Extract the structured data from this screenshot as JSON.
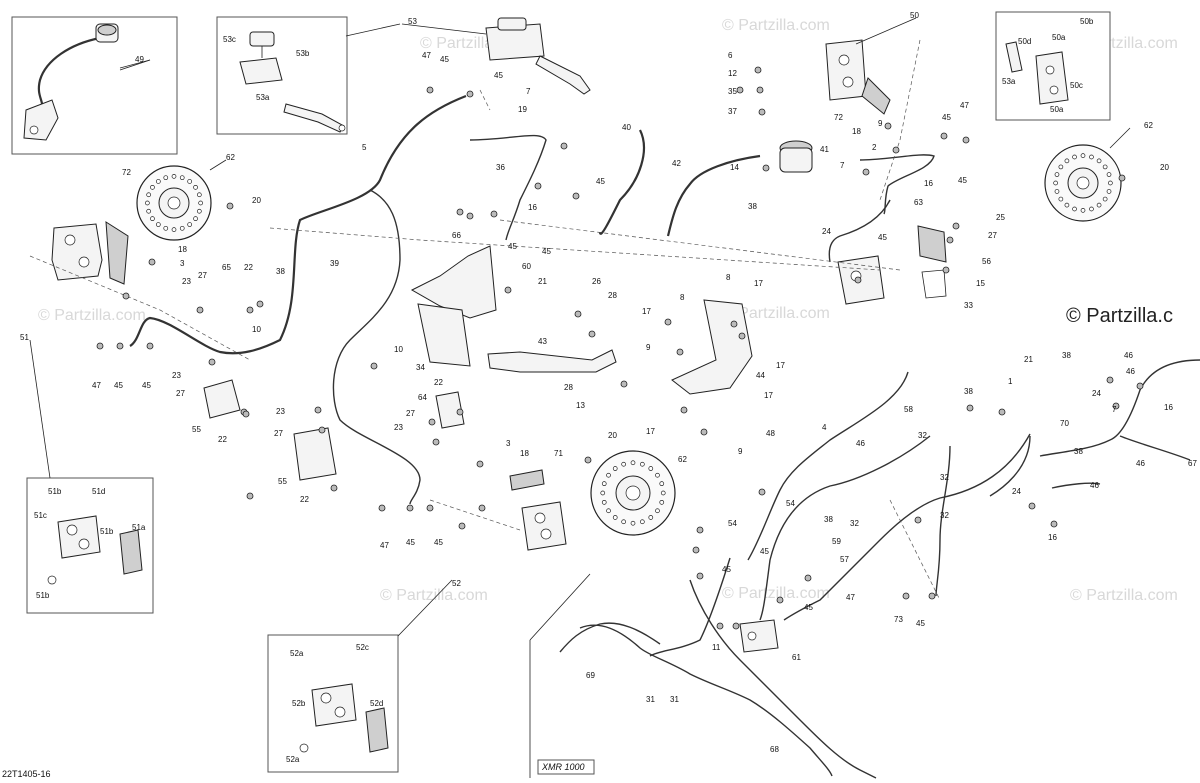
{
  "watermark": {
    "text": "© Partzilla.com",
    "big_text": "© Partzilla.c"
  },
  "footer": {
    "drawing_code": "22T1405-16",
    "model_box": "XMR 1000"
  },
  "callouts": {
    "c49": "49",
    "c53": "53",
    "c53c": "53c",
    "c53b": "53b",
    "c53a": "53a",
    "c50": "50",
    "c50b": "50b",
    "c50d": "50d",
    "c50a": "50a",
    "c50c": "50c",
    "c50a2": "50a",
    "c53a2": "53a",
    "c47a": "47",
    "c45a": "45",
    "c45b": "45",
    "c6a": "6",
    "c12": "12",
    "c35": "35",
    "c37": "37",
    "c72a": "72",
    "c18a": "18",
    "c9a": "9",
    "c2": "2",
    "c47b": "47",
    "c45c": "45",
    "c62a": "62",
    "c20a": "20",
    "c7a": "7",
    "c19": "19",
    "c5": "5",
    "c40": "40",
    "c41": "41",
    "c42": "42",
    "c14": "14",
    "c7b": "7",
    "c16a": "16",
    "c45d": "45",
    "c36": "36",
    "c16b": "16",
    "c45e": "45",
    "c38a": "38",
    "c63": "63",
    "c25": "25",
    "c27a": "27",
    "c56": "56",
    "c15": "15",
    "c33": "33",
    "c24a": "24",
    "c45f": "45",
    "c62b": "62",
    "c20b": "20",
    "c72b": "72",
    "c18b": "18",
    "c3a": "3",
    "c66": "66",
    "c45g": "45",
    "c45h": "45",
    "c60": "60",
    "c21a": "21",
    "c38b": "38",
    "c39": "39",
    "c65": "65",
    "c22a": "22",
    "c27b": "27",
    "c23a": "23",
    "c10a": "10",
    "c26": "26",
    "c28a": "28",
    "c17a": "17",
    "c8a": "8",
    "c17b": "17",
    "c8b": "8",
    "c51": "51",
    "c47c": "47",
    "c45i": "45",
    "c45j": "45",
    "c23b": "23",
    "c27c": "27",
    "c55a": "55",
    "c22b": "22",
    "c10b": "10",
    "c34": "34",
    "c43": "43",
    "c9b": "9",
    "c17c": "17",
    "c28b": "28",
    "c13": "13",
    "c44": "44",
    "c17d": "17",
    "c17e": "17",
    "c48": "48",
    "c9c": "9",
    "c64": "64",
    "c22c": "22",
    "c27d": "27",
    "c23c": "23",
    "c23d": "23",
    "c27e": "27",
    "c55b": "55",
    "c22d": "22",
    "c3b": "3",
    "c18c": "18",
    "c71": "71",
    "c20c": "20",
    "c62c": "62",
    "c47d": "47",
    "c45k": "45",
    "c45l": "45",
    "c58": "58",
    "c4": "4",
    "c46a": "46",
    "c21b": "21",
    "c38c": "38",
    "c38d": "38",
    "c1": "1",
    "c32a": "32",
    "c70": "70",
    "c24b": "24",
    "c7c": "7",
    "c46b": "46",
    "c46c": "46",
    "c16c": "16",
    "c38e": "38",
    "c46d": "46",
    "c67": "67",
    "c46e": "46",
    "c24c": "24",
    "c16d": "16",
    "c32b": "32",
    "c32c": "32",
    "c32d": "32",
    "c54a": "54",
    "c54b": "54",
    "c38f": "38",
    "c59": "59",
    "c45m": "45",
    "c57": "57",
    "c45n": "45",
    "c47e": "47",
    "c45o": "45",
    "c73": "73",
    "c45p": "45",
    "c11": "11",
    "c61": "61",
    "c52": "52",
    "c52a": "52a",
    "c52c": "52c",
    "c52b": "52b",
    "c52d": "52d",
    "c52a2": "52a",
    "c69": "69",
    "c31a": "31",
    "c31b": "31",
    "c68": "68",
    "c51b": "51b",
    "c51d": "51d",
    "c51c": "51c",
    "c51b2": "51b",
    "c51a": "51a",
    "c51b3": "51b"
  }
}
